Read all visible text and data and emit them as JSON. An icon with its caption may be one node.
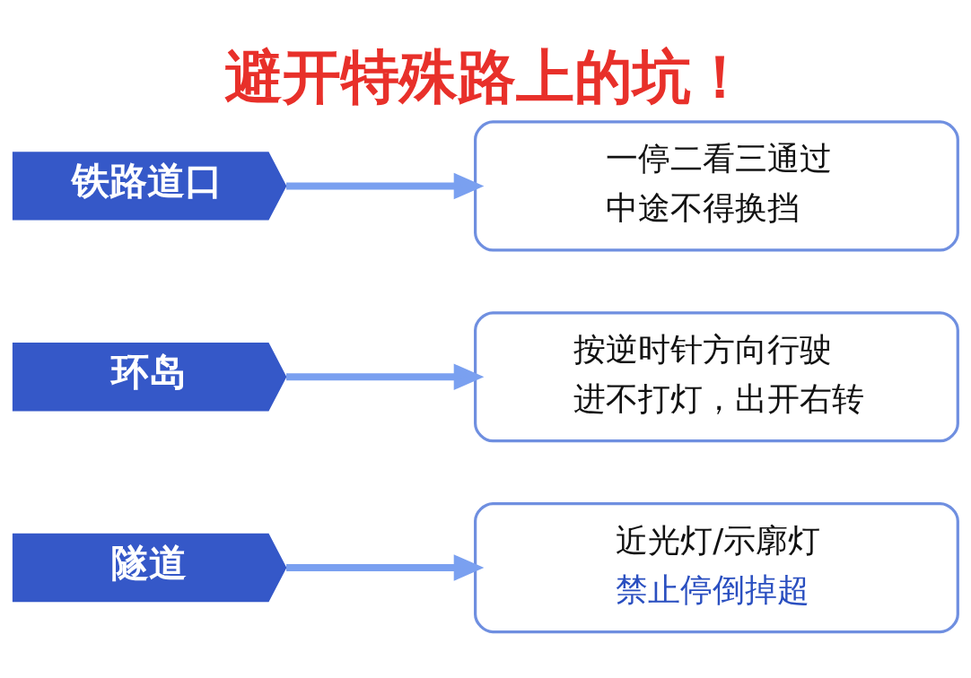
{
  "diagram": {
    "title": "避开特殊路上的坑！",
    "nodes": [
      {
        "text": [
          "铁路道口"
        ]
      },
      {
        "text": [
          "一停二看三通过",
          "中途不得换挡"
        ]
      },
      {
        "text": [
          "环岛"
        ]
      },
      {
        "text": [
          "按逆时针方向行驶",
          "进不打灯，出开右转"
        ]
      },
      {
        "text": [
          "隧道"
        ]
      },
      {
        "text": [
          "近光灯/示廓灯",
          "禁止停倒掉超"
        ]
      }
    ],
    "edges": [
      {
        "from": 0,
        "to": 1,
        "arrow": "to"
      },
      {
        "from": 2,
        "to": 3,
        "arrow": "to"
      },
      {
        "from": 4,
        "to": 5,
        "arrow": "to"
      }
    ]
  }
}
